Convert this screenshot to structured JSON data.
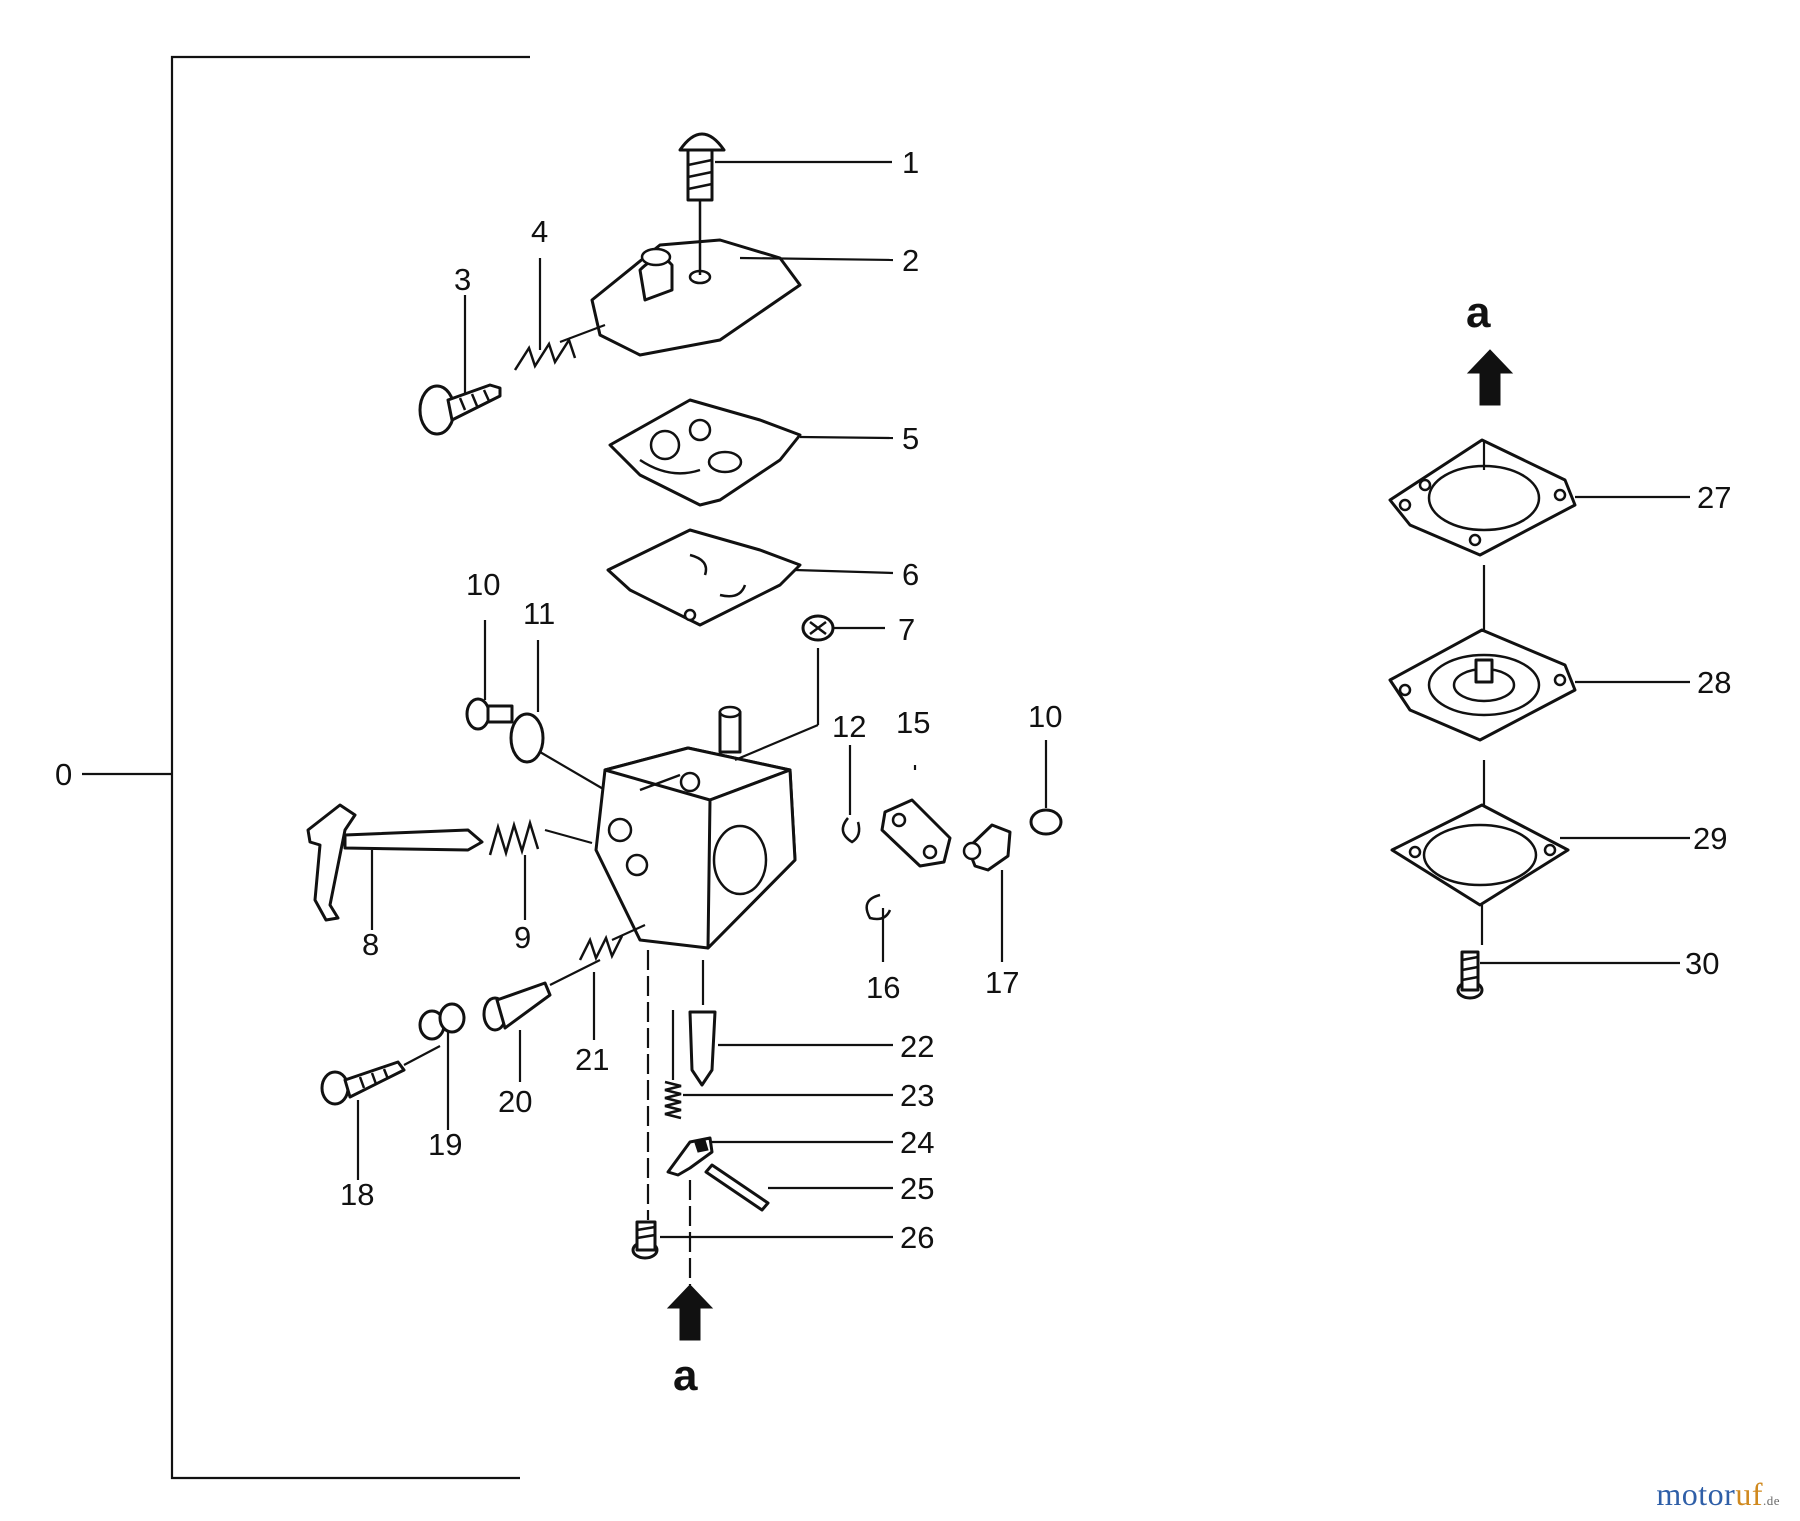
{
  "diagram": {
    "assembly_label": "0",
    "view_marker": "a",
    "part_numbers": [
      "1",
      "2",
      "3",
      "4",
      "5",
      "6",
      "7",
      "8",
      "9",
      "10",
      "11",
      "12",
      "15",
      "16",
      "17",
      "18",
      "19",
      "20",
      "21",
      "22",
      "23",
      "24",
      "25",
      "26",
      "27",
      "28",
      "29",
      "30"
    ]
  },
  "watermark": {
    "part1": "motor",
    "part2": "uf",
    "suffix": ".de"
  },
  "colors": {
    "watermark_blue": "#2f5fa8",
    "watermark_orange": "#d0891e",
    "ink": "#111111"
  }
}
